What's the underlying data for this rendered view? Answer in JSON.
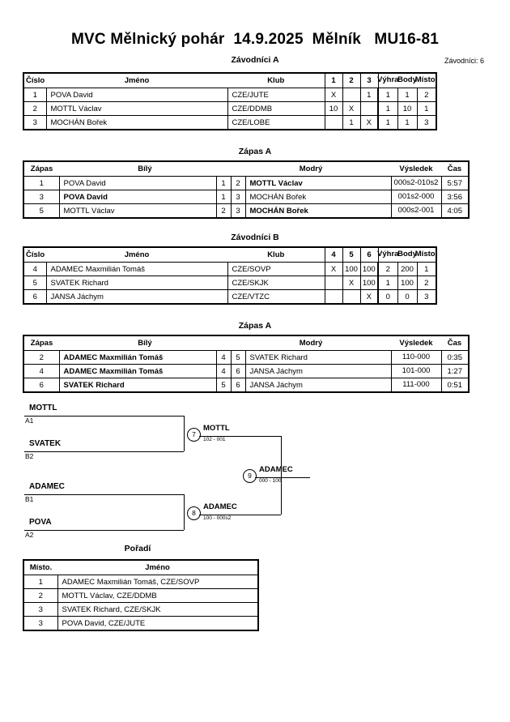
{
  "header": {
    "title": "MVC Mělnický pohár  14.9.2025  Mělník   MU16-81",
    "entrants_label": "Závodníci: 6"
  },
  "sections": {
    "group_a_caption": "Závodníci A",
    "match_a1_caption": "Zápas A",
    "group_b_caption": "Závodníci B",
    "match_a2_caption": "Zápas A",
    "standings_caption": "Pořadí"
  },
  "group_headers": {
    "number": "Číslo",
    "name": "Jméno",
    "club": "Klub",
    "wins": "Výhra",
    "points": "Body",
    "place": "Místo."
  },
  "match_headers": {
    "match": "Zápas",
    "white": "Bílý",
    "blue": "Modrý",
    "result": "Výsledek",
    "time": "Čas"
  },
  "standings_headers": {
    "place": "Místo.",
    "name": "Jméno"
  },
  "group_a": {
    "cols": [
      "1",
      "2",
      "3"
    ],
    "rows": [
      {
        "number": "1",
        "name": "POVA David",
        "club": "CZE/JUTE",
        "scores": [
          "X",
          "",
          "1"
        ],
        "wins": "1",
        "points": "1",
        "place": "2"
      },
      {
        "number": "2",
        "name": "MOTTL Václav",
        "club": "CZE/DDMB",
        "scores": [
          "10",
          "X",
          ""
        ],
        "wins": "1",
        "points": "10",
        "place": "1"
      },
      {
        "number": "3",
        "name": "MOCHÁN Bořek",
        "club": "CZE/LOBE",
        "scores": [
          "",
          "1",
          "X"
        ],
        "wins": "1",
        "points": "1",
        "place": "3"
      }
    ]
  },
  "group_b": {
    "cols": [
      "4",
      "5",
      "6"
    ],
    "rows": [
      {
        "number": "4",
        "name": "ADAMEC Maxmilián Tomáš",
        "club": "CZE/SOVP",
        "scores": [
          "X",
          "100",
          "100"
        ],
        "wins": "2",
        "points": "200",
        "place": "1"
      },
      {
        "number": "5",
        "name": "SVATEK Richard",
        "club": "CZE/SKJK",
        "scores": [
          "",
          "X",
          "100"
        ],
        "wins": "1",
        "points": "100",
        "place": "2"
      },
      {
        "number": "6",
        "name": "JANSA Jáchym",
        "club": "CZE/VTZC",
        "scores": [
          "",
          "",
          "X"
        ],
        "wins": "0",
        "points": "0",
        "place": "3"
      }
    ]
  },
  "match_a1": {
    "rows": [
      {
        "match": "1",
        "white": "POVA David",
        "white_win": false,
        "white_no": "1",
        "blue_no": "2",
        "blue": "MOTTL Václav",
        "blue_win": true,
        "result": "000s2-010s2",
        "time": "5:57"
      },
      {
        "match": "3",
        "white": "POVA David",
        "white_win": true,
        "white_no": "1",
        "blue_no": "3",
        "blue": "MOCHÁN Bořek",
        "blue_win": false,
        "result": "001s2-000",
        "time": "3:56"
      },
      {
        "match": "5",
        "white": "MOTTL Václav",
        "white_win": false,
        "white_no": "2",
        "blue_no": "3",
        "blue": "MOCHÁN Bořek",
        "blue_win": true,
        "result": "000s2-001",
        "time": "4:05"
      }
    ]
  },
  "match_a2": {
    "rows": [
      {
        "match": "2",
        "white": "ADAMEC Maxmilián Tomáš",
        "white_win": true,
        "white_no": "4",
        "blue_no": "5",
        "blue": "SVATEK Richard",
        "blue_win": false,
        "result": "110-000",
        "time": "0:35"
      },
      {
        "match": "4",
        "white": "ADAMEC Maxmilián Tomáš",
        "white_win": true,
        "white_no": "4",
        "blue_no": "6",
        "blue": "JANSA Jáchym",
        "blue_win": false,
        "result": "101-000",
        "time": "1:27"
      },
      {
        "match": "6",
        "white": "SVATEK Richard",
        "white_win": true,
        "white_no": "5",
        "blue_no": "6",
        "blue": "JANSA Jáchym",
        "blue_win": false,
        "result": "111-000",
        "time": "0:51"
      }
    ]
  },
  "bracket": {
    "entries": [
      {
        "name": "MOTTL",
        "seed": "A1"
      },
      {
        "name": "SVATEK",
        "seed": "B2"
      },
      {
        "name": "ADAMEC",
        "seed": "B1"
      },
      {
        "name": "POVA",
        "seed": "A2"
      }
    ],
    "matches": [
      {
        "no": "7",
        "winner": "MOTTL",
        "score": "102 - 001"
      },
      {
        "no": "8",
        "winner": "ADAMEC",
        "score": "100 - 000s2"
      },
      {
        "no": "9",
        "winner": "ADAMEC",
        "score": "000 - 100"
      }
    ]
  },
  "standings": {
    "rows": [
      {
        "place": "1",
        "name": "ADAMEC Maxmilián Tomáš, CZE/SOVP"
      },
      {
        "place": "2",
        "name": "MOTTL Václav, CZE/DDMB"
      },
      {
        "place": "3",
        "name": "SVATEK Richard, CZE/SKJK"
      },
      {
        "place": "3",
        "name": "POVA David, CZE/JUTE"
      }
    ]
  }
}
